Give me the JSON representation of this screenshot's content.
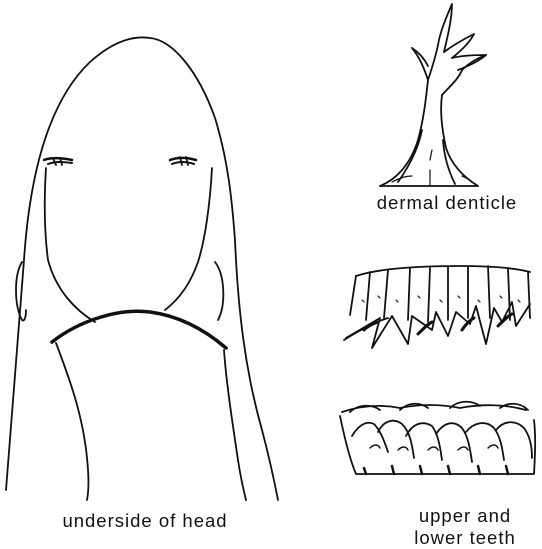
{
  "figure": {
    "captions": {
      "head": "underside of head",
      "denticle": "dermal denticle",
      "teeth_line1": "upper and",
      "teeth_line2": "lower teeth"
    }
  }
}
